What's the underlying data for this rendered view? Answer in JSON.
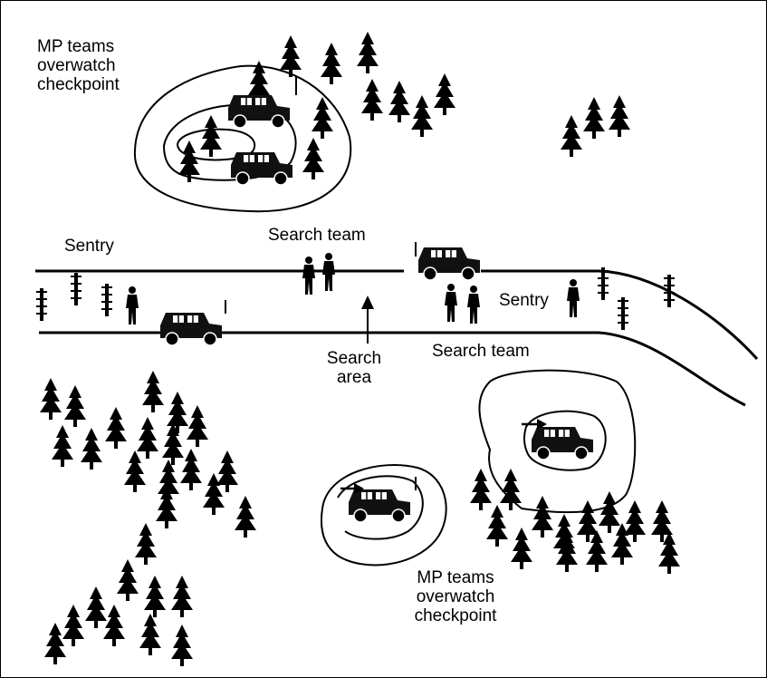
{
  "labels": {
    "overwatch_top": [
      "MP teams",
      "overwatch",
      "checkpoint"
    ],
    "overwatch_bottom": [
      "MP teams",
      "overwatch",
      "checkpoint"
    ],
    "sentry_left": "Sentry",
    "sentry_right": "Sentry",
    "search_team_top": "Search team",
    "search_team_bottom": "Search team",
    "search_area": [
      "Search",
      "area"
    ]
  },
  "colors": {
    "ink": "#000000",
    "paper": "#ffffff"
  }
}
